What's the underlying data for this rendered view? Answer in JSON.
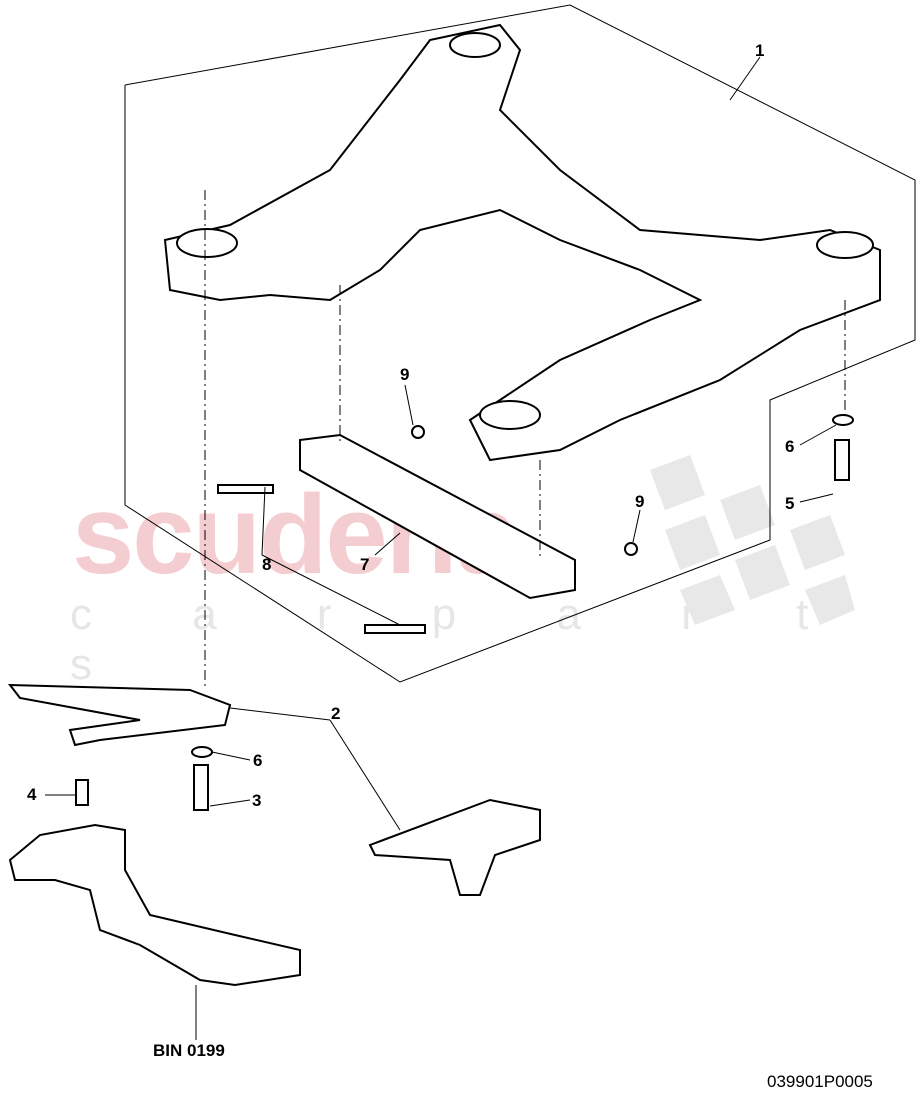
{
  "watermark": {
    "brand": "scuderia",
    "sub": "c a r  p a r t s"
  },
  "callouts": [
    {
      "num": "1",
      "part": "subframe"
    },
    {
      "num": "2",
      "part": "mounting bracket"
    },
    {
      "num": "3",
      "part": "bolt"
    },
    {
      "num": "4",
      "part": "bolt"
    },
    {
      "num": "5",
      "part": "bolt"
    },
    {
      "num": "6",
      "part": "washer"
    },
    {
      "num": "6",
      "part": "washer"
    },
    {
      "num": "7",
      "part": "cross member"
    },
    {
      "num": "8",
      "part": "bolt"
    },
    {
      "num": "9",
      "part": "nut"
    },
    {
      "num": "9",
      "part": "nut"
    }
  ],
  "bin_label": "BIN 0199",
  "diagram_code": "039901P0005"
}
